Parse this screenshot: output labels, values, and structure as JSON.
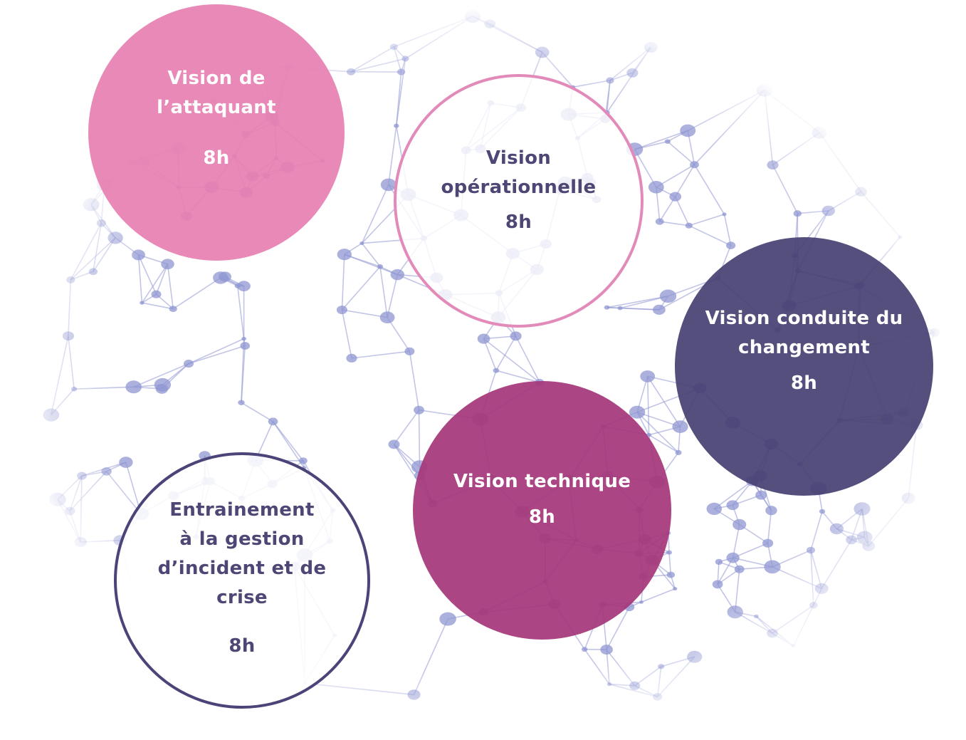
{
  "colors": {
    "pink": "#e77fb1",
    "pink_outline": "#e28ab9",
    "navy": "#464072",
    "magenta": "#a6377a",
    "navy_outline": "#4a4478",
    "navy_text": "#4e4775",
    "network": "#8f95d2"
  },
  "bubbles": [
    {
      "title_lines": [
        "Vision de",
        "l’attaquant"
      ],
      "duration": "8h"
    },
    {
      "title_lines": [
        "Vision",
        "opérationnelle"
      ],
      "duration": "8h"
    },
    {
      "title_lines": [
        "Vision conduite du",
        "changement"
      ],
      "duration": "8h"
    },
    {
      "title_lines": [
        "Vision technique"
      ],
      "duration": "8h"
    },
    {
      "title_lines": [
        "Entrainement",
        "à la gestion",
        "d’incident et de",
        "crise"
      ],
      "duration": "8h"
    }
  ]
}
